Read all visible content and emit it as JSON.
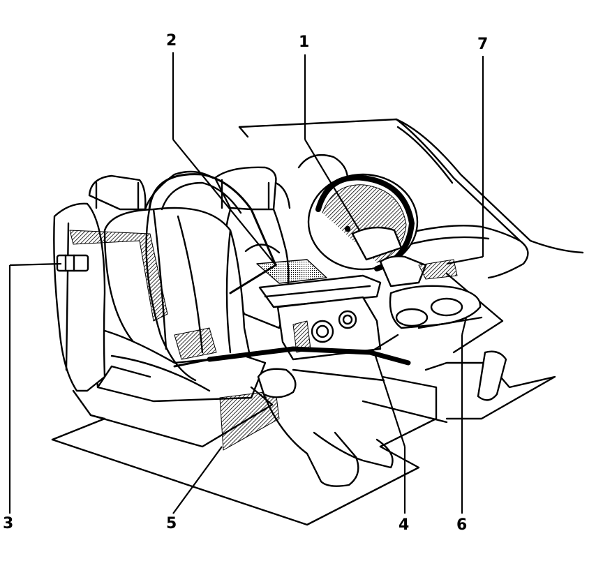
{
  "diagram": {
    "callouts": [
      {
        "id": "n1",
        "label": "1"
      },
      {
        "id": "n2",
        "label": "2"
      },
      {
        "id": "n3",
        "label": "3"
      },
      {
        "id": "n4",
        "label": "4"
      },
      {
        "id": "n5",
        "label": "5"
      },
      {
        "id": "n6",
        "label": "6"
      },
      {
        "id": "n7",
        "label": "7"
      }
    ]
  }
}
